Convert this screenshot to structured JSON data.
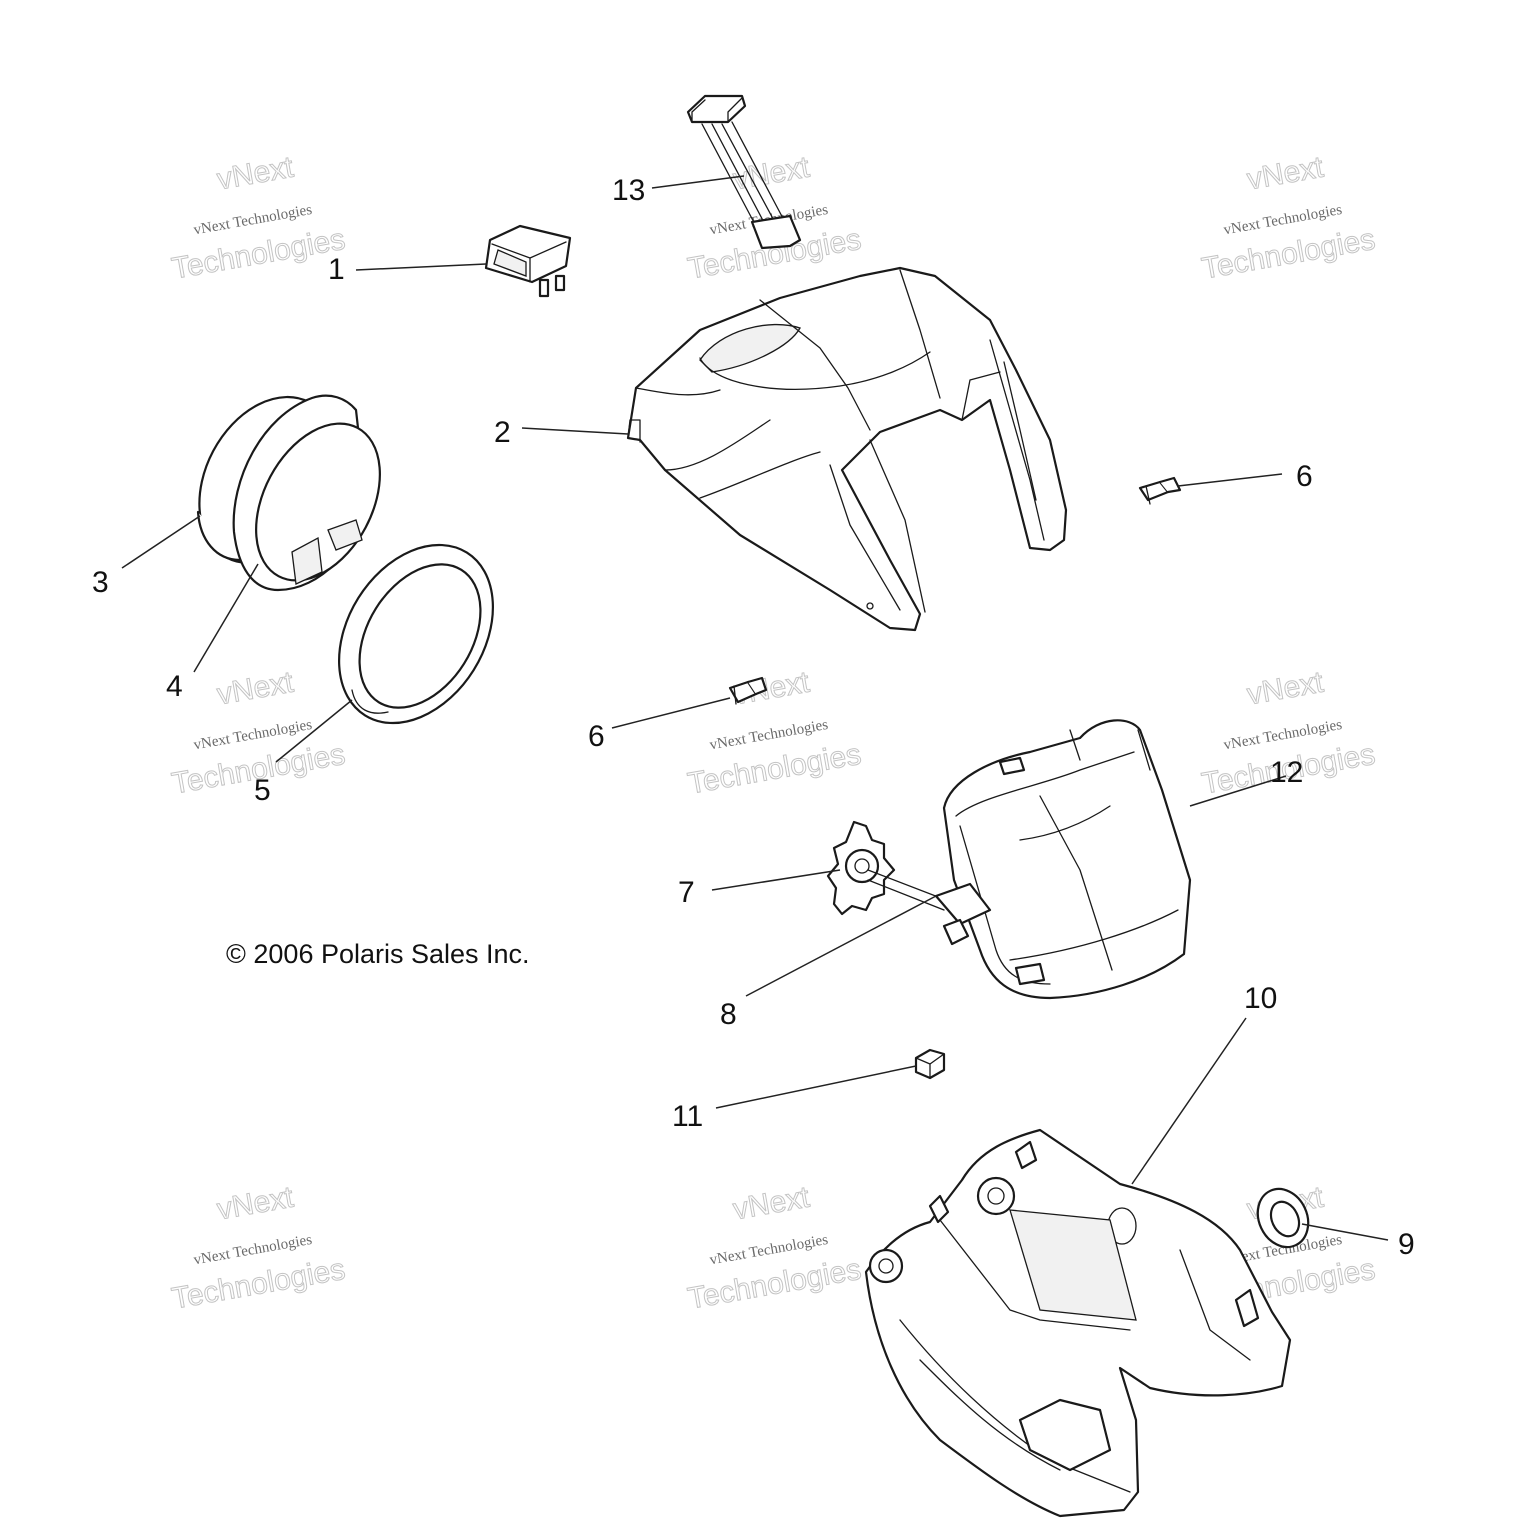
{
  "copyright": "© 2006 Polaris Sales Inc.",
  "watermark": {
    "line_small": "vNext Technologies",
    "line_top": "vNext",
    "line_bottom": "Technologies"
  },
  "callouts": [
    "1",
    "2",
    "3",
    "4",
    "5",
    "6",
    "6",
    "7",
    "8",
    "9",
    "10",
    "11",
    "12",
    "13"
  ],
  "parts": [
    "switch",
    "headlight-pod-cover",
    "gauge-bezel",
    "gauge",
    "gauge-ring",
    "screw",
    "screw",
    "sprocket-gear",
    "adjuster-shaft",
    "grommet",
    "lower-housing",
    "clip",
    "headlight-assembly",
    "wire-harness"
  ]
}
